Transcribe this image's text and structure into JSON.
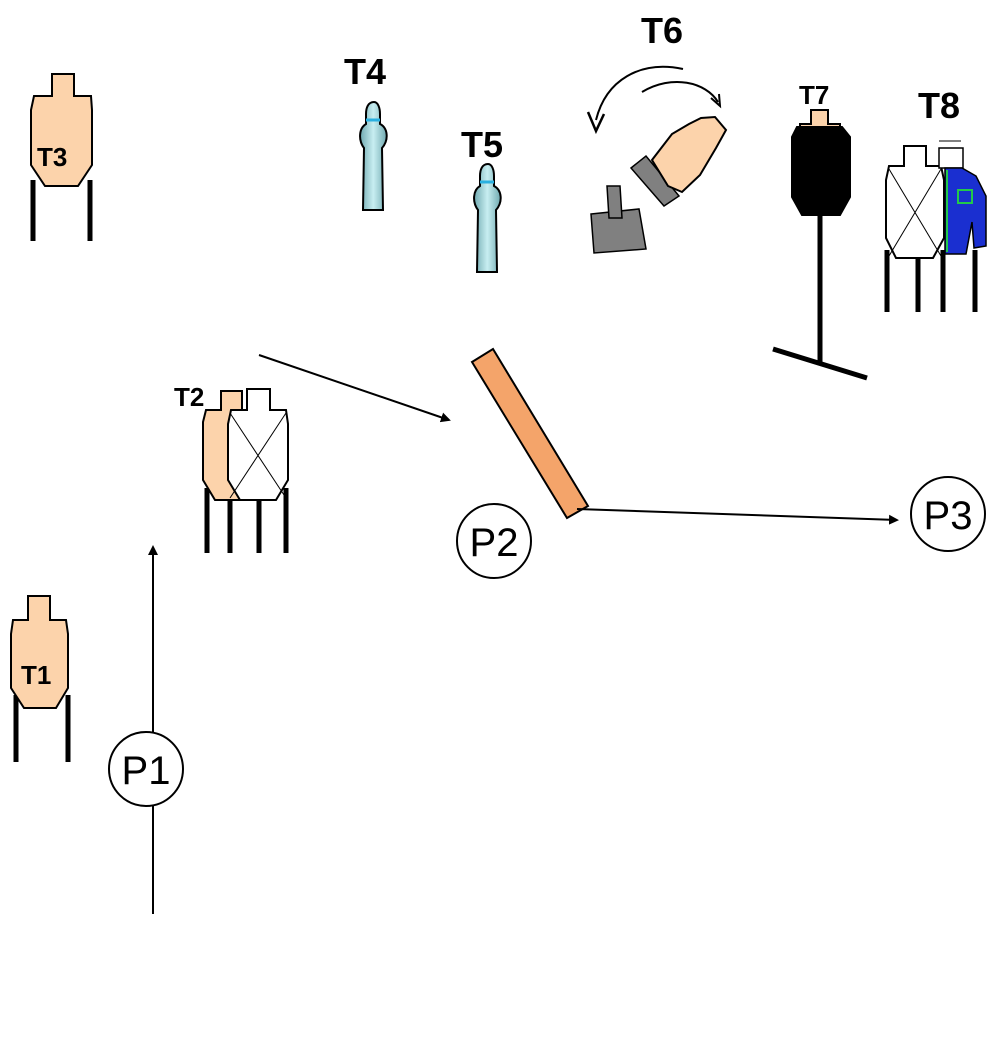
{
  "targets": {
    "t1": "T1",
    "t2": "T2",
    "t3": "T3",
    "t4": "T4",
    "t5": "T5",
    "t6": "T6",
    "t7": "T7",
    "t8": "T8"
  },
  "positions": {
    "p1": "P1",
    "p2": "P2",
    "p3": "P3"
  },
  "colors": {
    "target_tan": "#fcd3ab",
    "barricade": "#f4a46a",
    "mannequin": "#9fd3d8",
    "mannequin_band": "#2ab0e0",
    "turner_gray": "#808080",
    "shirt_blue": "#1a2fd0",
    "black": "#000000"
  }
}
